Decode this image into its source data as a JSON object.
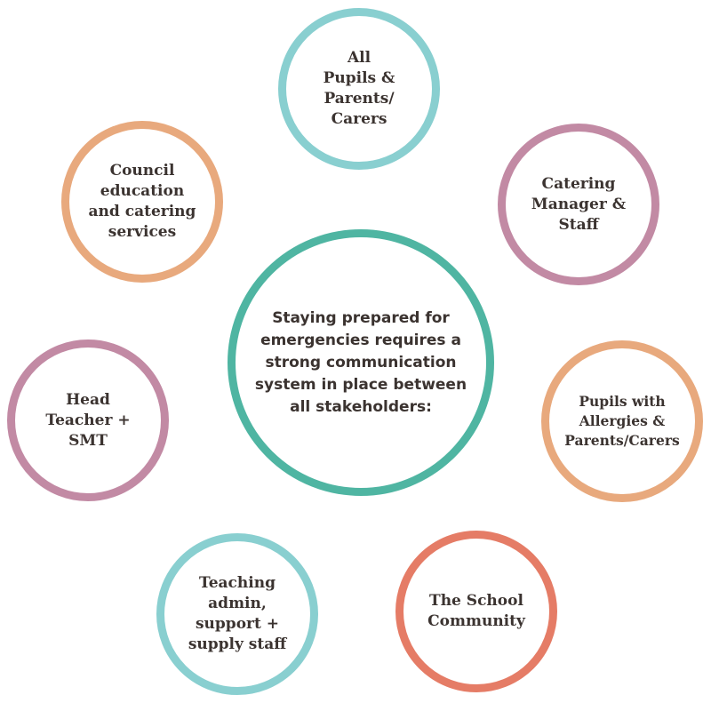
{
  "diagram": {
    "center": {
      "text": "Staying prepared for\nemergencies requires a\nstrong communication\nsystem in place between\nall stakeholders:",
      "color": "#4fb5a2"
    },
    "stakeholders": [
      {
        "id": "all-pupils",
        "label": "All\nPupils &\nParents/\nCarers",
        "color": "#89cfd0"
      },
      {
        "id": "catering",
        "label": "Catering\nManager &\nStaff",
        "color": "#c28aa4"
      },
      {
        "id": "allergies",
        "label": "Pupils with\nAllergies &\nParents/Carers",
        "color": "#e8a97d"
      },
      {
        "id": "community",
        "label": "The School\nCommunity",
        "color": "#e57c66"
      },
      {
        "id": "teaching",
        "label": "Teaching\nadmin,\nsupport +\nsupply staff",
        "color": "#89cfd0"
      },
      {
        "id": "head",
        "label": "Head\nTeacher +\nSMT",
        "color": "#c28aa4"
      },
      {
        "id": "council",
        "label": "Council\neducation\nand catering\nservices",
        "color": "#e8a97d"
      }
    ]
  }
}
